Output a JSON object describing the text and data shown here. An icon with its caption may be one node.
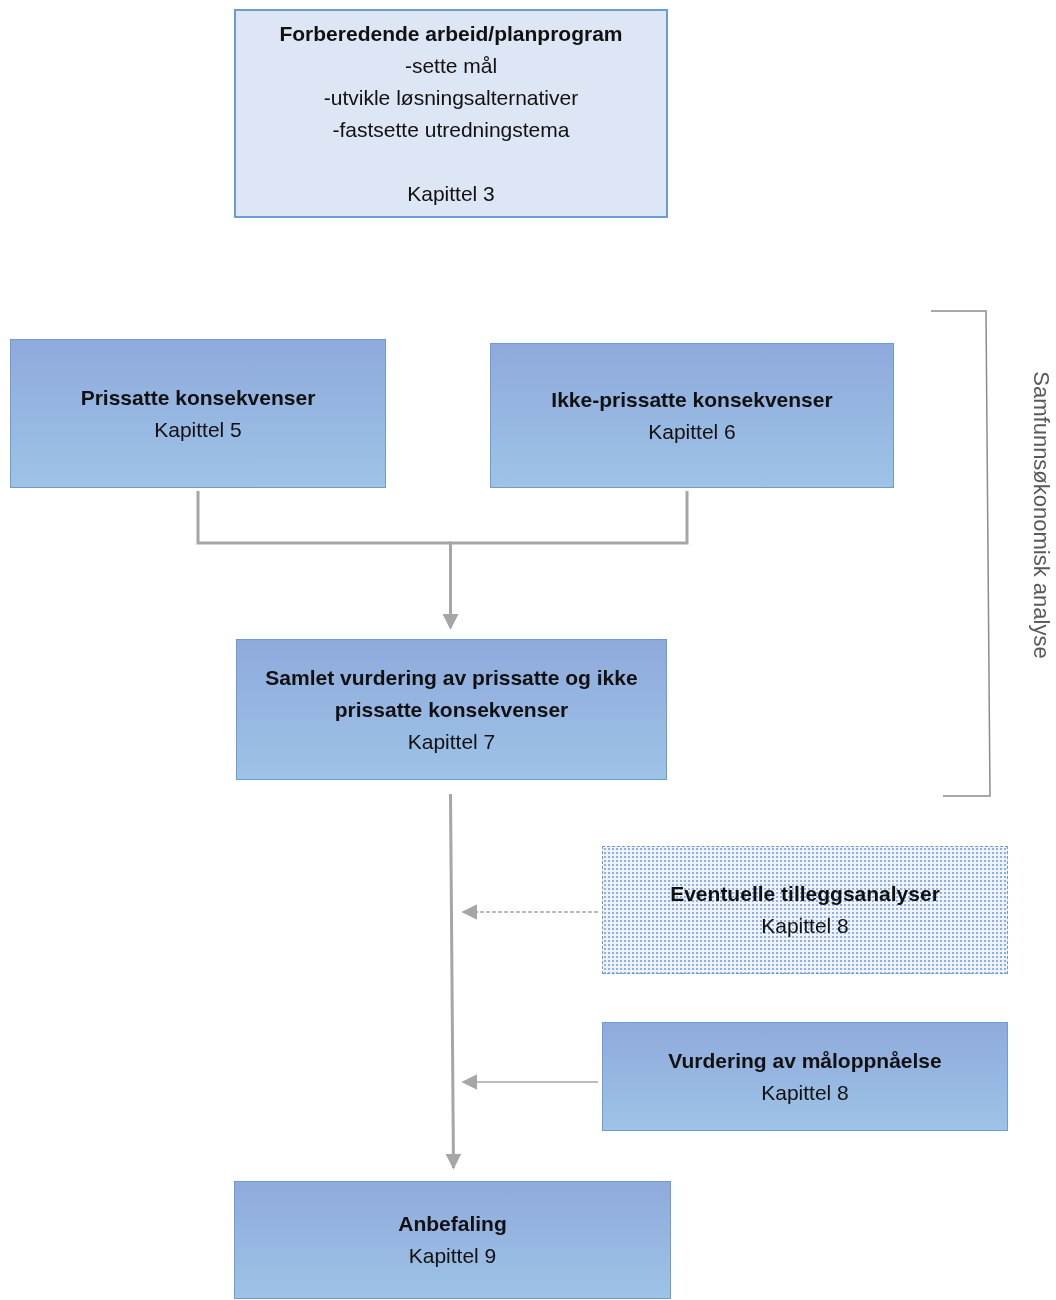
{
  "diagram": {
    "nodes": [
      {
        "text": [
          "Forberedende arbeid/planprogram",
          "-sette mål",
          "-utvikle løsningsalternativer",
          "-fastsette utredningstema",
          "Kapittel 3"
        ]
      },
      {
        "text": [
          "Prissatte konsekvenser",
          "Kapittel 5"
        ]
      },
      {
        "text": [
          "Ikke-prissatte konsekvenser",
          "Kapittel 6"
        ]
      },
      {
        "text": [
          "Samlet vurdering av prissatte og ikke prissatte konsekvenser",
          "Kapittel 7"
        ]
      },
      {
        "text": [
          "Eventuelle tilleggsanalyser",
          "Kapittel 8"
        ]
      },
      {
        "text": [
          "Vurdering av måloppnåelse",
          "Kapittel 8"
        ]
      },
      {
        "text": [
          "Anbefaling",
          "Kapittel 9"
        ]
      }
    ],
    "edges": [
      {
        "from": 1,
        "to": 3,
        "arrow": "to"
      },
      {
        "from": 2,
        "to": 3,
        "arrow": "to"
      },
      {
        "from": 3,
        "to": 6,
        "arrow": "to"
      },
      {
        "from": 4,
        "to": null,
        "arrow": "to",
        "style": "dashed"
      },
      {
        "from": 5,
        "to": null,
        "arrow": "to"
      }
    ],
    "labels": [
      "Samfunnsøkonomisk analyse"
    ]
  }
}
